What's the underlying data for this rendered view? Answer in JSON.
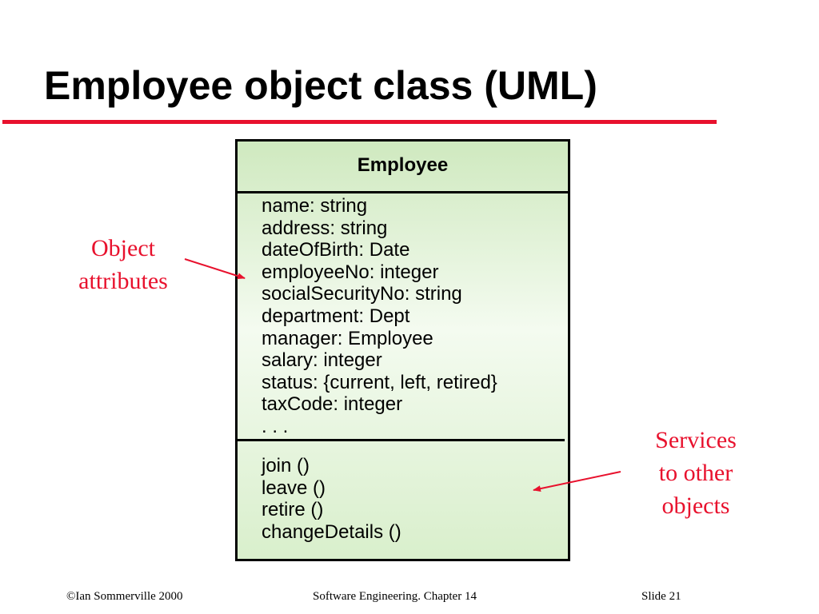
{
  "slide": {
    "title": "Employee object class (UML)",
    "colors": {
      "accent": "#e8112d",
      "box_fill": "#e3f3d8",
      "text": "#000000"
    }
  },
  "uml_class": {
    "name": "Employee",
    "attributes": [
      "name: string",
      "address: string",
      "dateOfBirth: Date",
      "employeeNo: integer",
      "socialSecurityNo: string",
      "department: Dept",
      "manager: Employee",
      "salary: integer",
      "status:  {current, left, retired}",
      "taxCode: integer",
      ". . ."
    ],
    "operations": [
      "join ()",
      "leave ()",
      "retire ()",
      "changeDetails ()"
    ]
  },
  "annotations": {
    "attributes_note": [
      "Object",
      "attributes"
    ],
    "services_note": [
      "Services",
      "to other",
      "objects"
    ]
  },
  "footer": {
    "left": "©Ian Sommerville 2000",
    "center": "Software Engineering. Chapter 14",
    "right": "Slide 21"
  }
}
